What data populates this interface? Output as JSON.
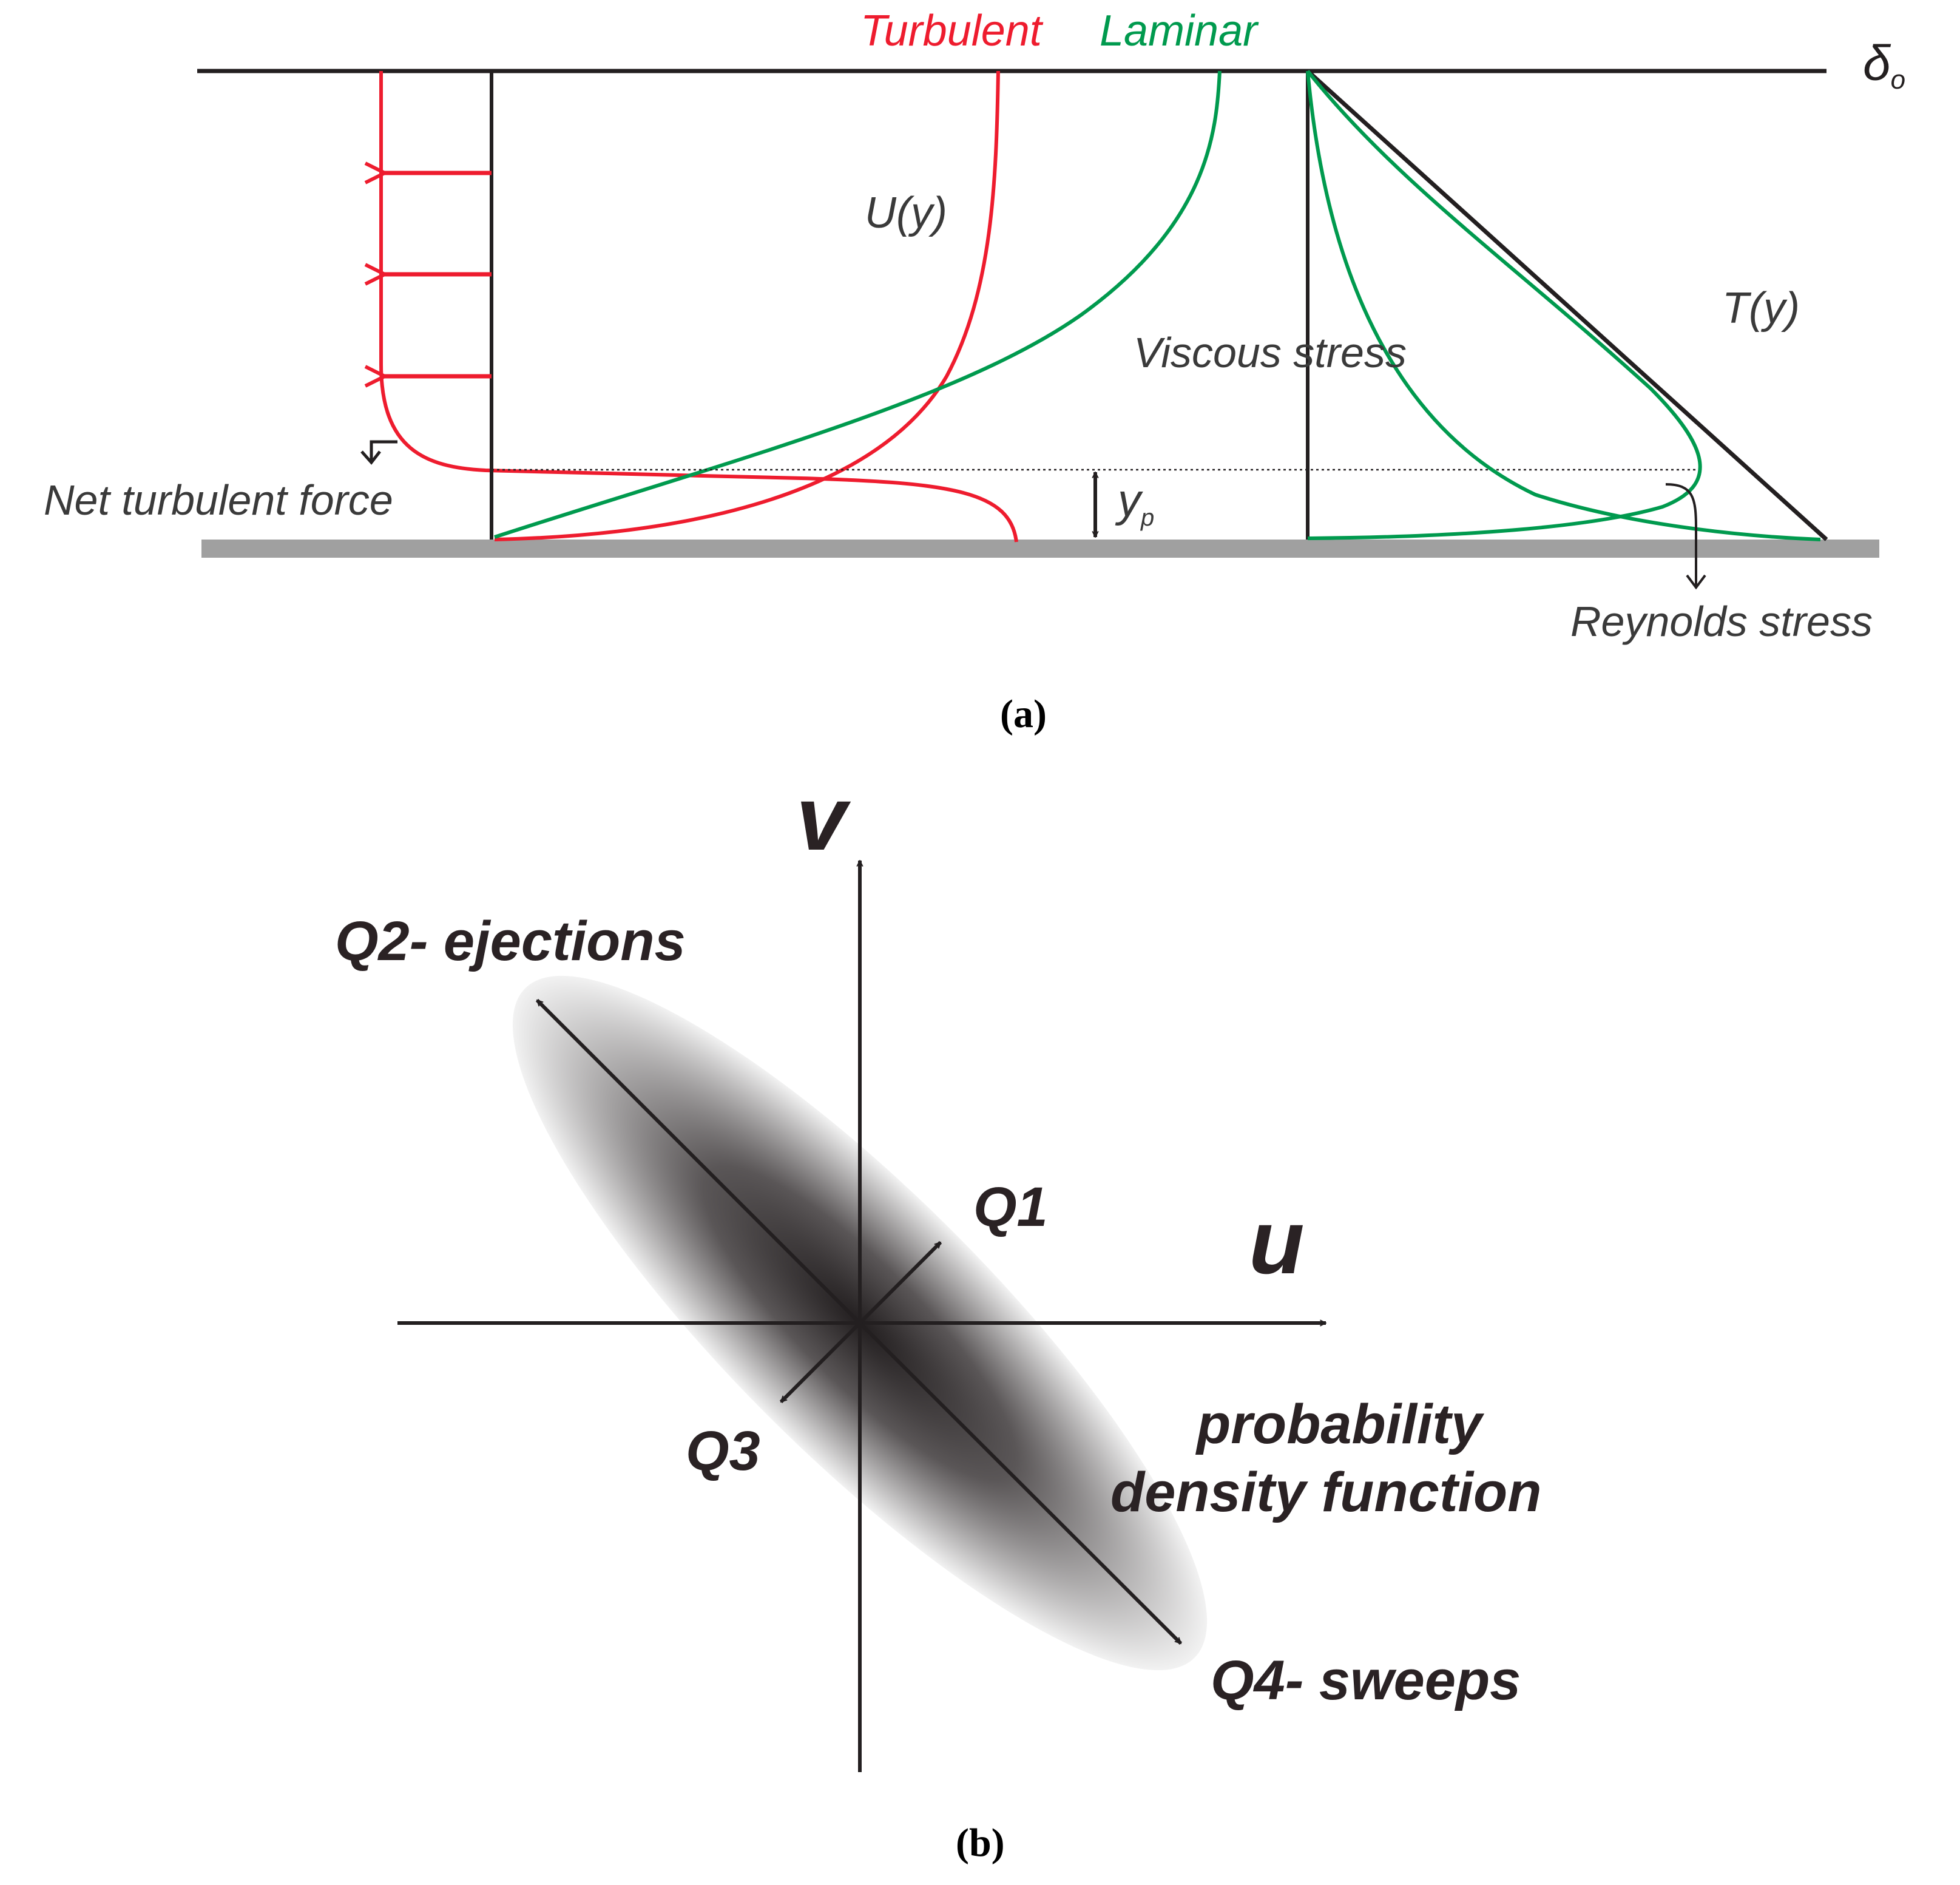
{
  "panel_a": {
    "legend_turbulent": "Turbulent",
    "legend_laminar": "Laminar",
    "delta_label": "δ",
    "delta_sub": "o",
    "u_label": "U(y)",
    "tau_label": "T(y)",
    "viscous_label": "Viscous stress",
    "net_force_label": "Net turbulent force",
    "yp_label": "y",
    "yp_sub": "p",
    "reynolds_label": "Reynolds stress",
    "caption": "(a)",
    "colors": {
      "turbulent": "#ee1c2e",
      "laminar": "#009a4e",
      "wall": "#a0a0a0",
      "line": "#231f20"
    }
  },
  "panel_b": {
    "v_axis": "v",
    "u_axis": "u",
    "q1": "Q1",
    "q2": "Q2- ejections",
    "q3": "Q3",
    "q4": "Q4- sweeps",
    "pdf_line1": "probability",
    "pdf_line2": "density function",
    "caption": "(b)"
  }
}
